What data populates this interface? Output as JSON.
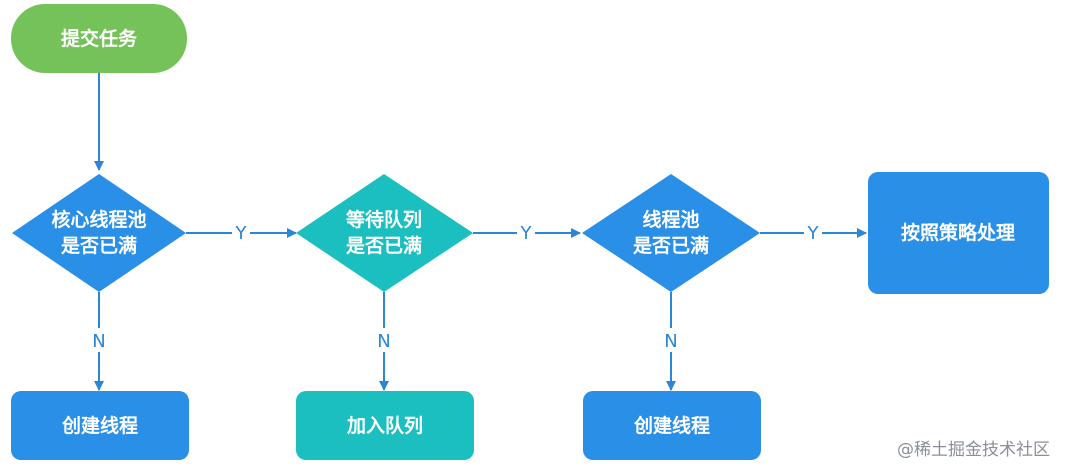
{
  "diagram": {
    "colors": {
      "start": "#76c25a",
      "decision_blue": "#2a8fe6",
      "decision_teal": "#1bbfbf",
      "process_blue": "#2a8fe6",
      "process_teal": "#1bbfbf",
      "arrow": "#2b86d6"
    },
    "nodes": {
      "start": {
        "label": "提交任务"
      },
      "core_full": {
        "line1": "核心线程池",
        "line2": "是否已满"
      },
      "queue_full": {
        "line1": "等待队列",
        "line2": "是否已满"
      },
      "pool_full": {
        "line1": "线程池",
        "line2": "是否已满"
      },
      "reject": {
        "label": "按照策略处理"
      },
      "create_core": {
        "label": "创建线程"
      },
      "enqueue": {
        "label": "加入队列"
      },
      "create_thread": {
        "label": "创建线程"
      }
    },
    "edges": {
      "yes": "Y",
      "no": "N"
    },
    "watermark": "@稀土掘金技术社区"
  }
}
